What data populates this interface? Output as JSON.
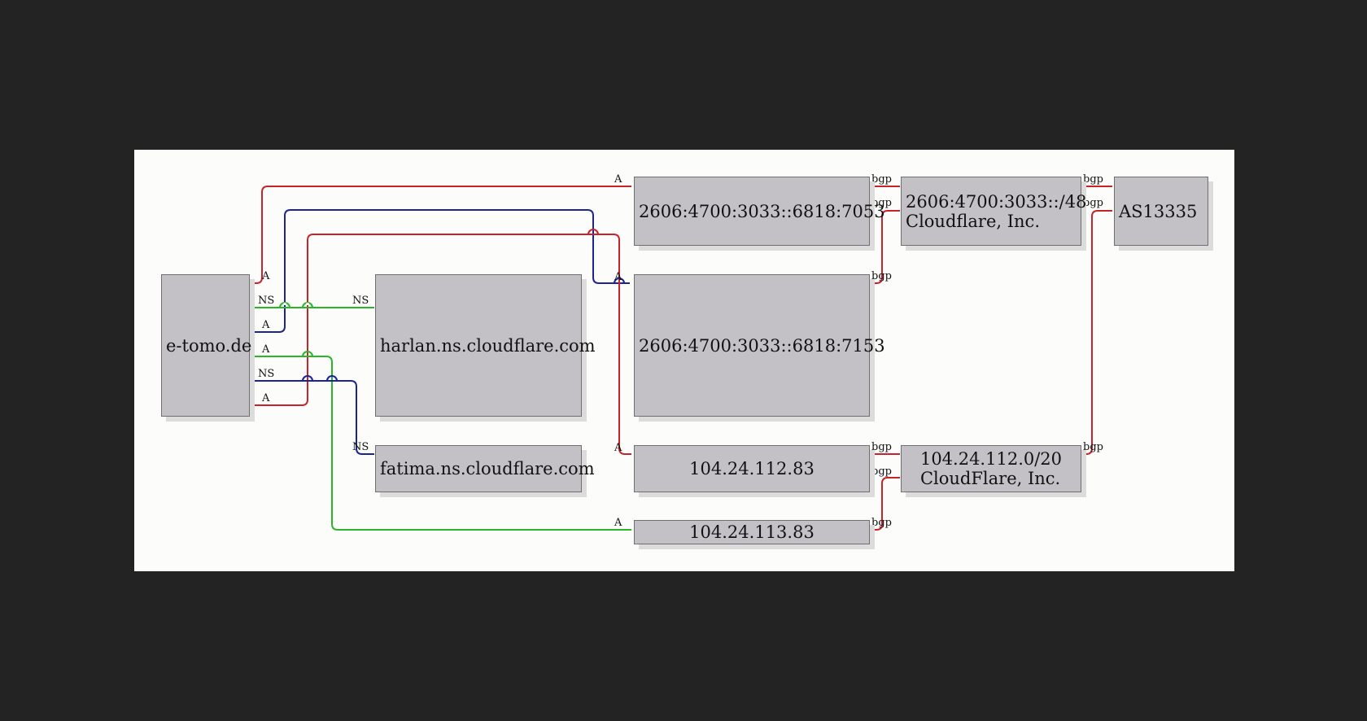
{
  "nodes": {
    "domain": "e-tomo.de",
    "ns_harlan": "harlan.ns.cloudflare.com",
    "ns_fatima": "fatima.ns.cloudflare.com",
    "ipv6_a": "2606:4700:3033::6818:7053",
    "ipv6_b": "2606:4700:3033::6818:7153",
    "ipv4_a": "104.24.112.83",
    "ipv4_b": "104.24.113.83",
    "prefix_v6_line1": "2606:4700:3033::/48",
    "prefix_v6_line2": "Cloudflare, Inc.",
    "prefix_v4_line1": "104.24.112.0/20",
    "prefix_v4_line2": "CloudFlare, Inc.",
    "asn": "AS13335"
  },
  "edge_labels": {
    "a": "A",
    "ns": "NS",
    "bgp": "bgp"
  },
  "colors": {
    "a_record_ipv6_a": "#c8232b",
    "a_record_ipv6_b": "#1c2392",
    "a_record_ipv4_a": "#c8232b",
    "a_record_ipv4_b": "#2ab52a",
    "ns_harlan": "#2ab52a",
    "ns_fatima": "#1c2392",
    "bgp": "#c8232b",
    "node_fill": "#c3c1c6",
    "canvas": "#fcfdfb"
  }
}
